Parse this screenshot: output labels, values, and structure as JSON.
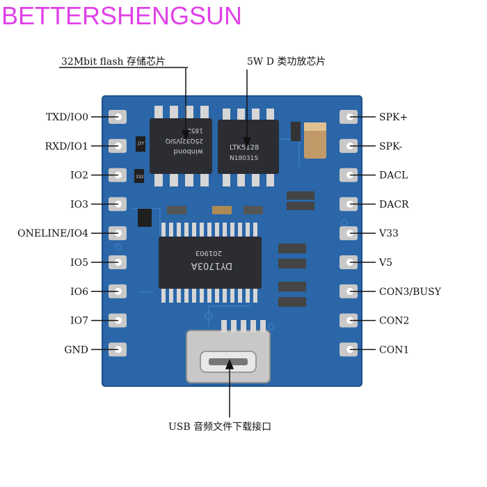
{
  "brand": "BETTERSHENGSUN",
  "callouts": {
    "flash": "32Mbit flash 存储芯片",
    "amp": "5W D 类功放芯片",
    "usb": "USB 音频文件下载接口"
  },
  "chips": {
    "flash_marking_1": "winbond",
    "flash_marking_2": "25Q32JVSIQ",
    "flash_marking_3": "1852",
    "amp_marking_1": "LTK5128",
    "amp_marking_2": "N18031S",
    "main_marking_1": "DY1703A",
    "main_marking_2": "201903",
    "small_1": "J3Y",
    "small_2": "332"
  },
  "pins_left": [
    "TXD/IO0",
    "RXD/IO1",
    "IO2",
    "IO3",
    "ONELINE/IO4",
    "IO5",
    "IO6",
    "IO7",
    "GND"
  ],
  "pins_right": [
    "SPK+",
    "SPK-",
    "DACL",
    "DACR",
    "V33",
    "V5",
    "CON3/BUSY",
    "CON2",
    "CON1"
  ],
  "colors": {
    "pcb": "#2a66a8",
    "pcb_edge": "#1d4f88",
    "pad": "#c9c9c9",
    "chip": "#2b2d33",
    "brand": "#e040e8"
  }
}
